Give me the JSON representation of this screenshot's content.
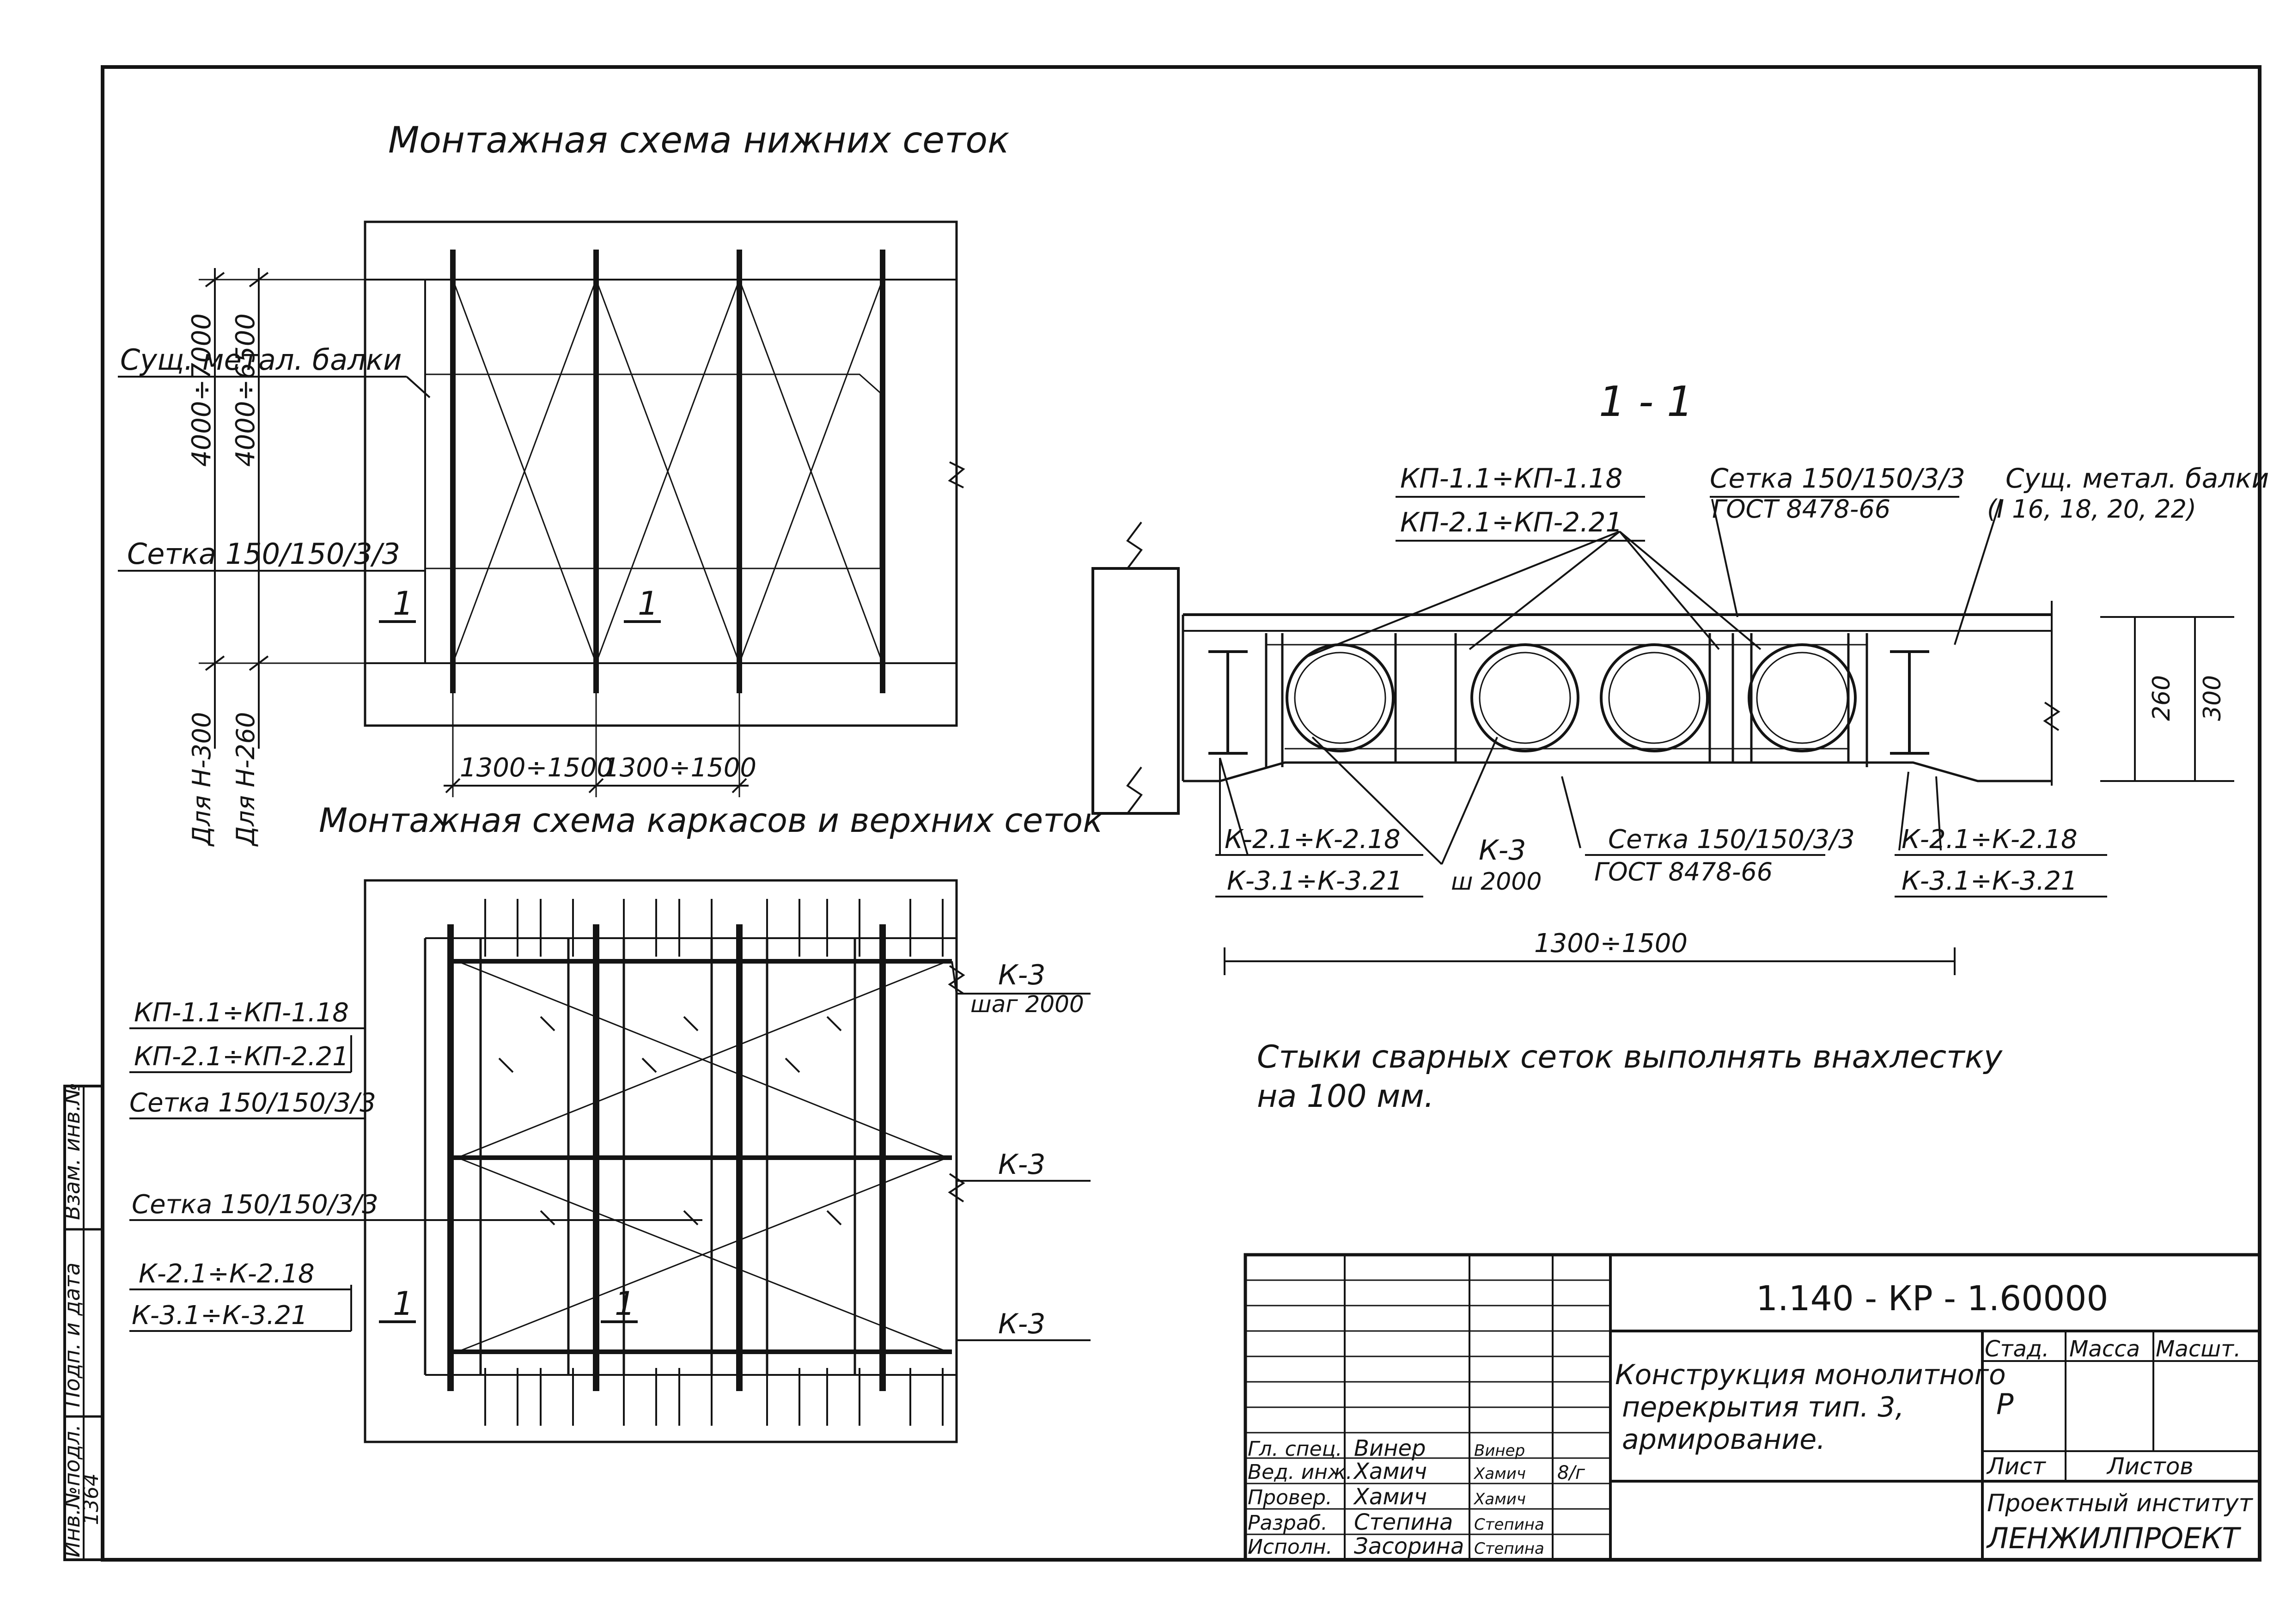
{
  "colors": {
    "ink": "#141414",
    "paper": "#ffffff"
  },
  "bottom_mesh_scheme": {
    "title": "Монтажная схема нижних сеток",
    "label_beams": "Сущ. метал. балки",
    "label_mesh": "Сетка 150/150/3/3",
    "dim_span_a": "4000÷7000",
    "dim_span_b": "4000÷6500",
    "dim_height_a": "Для H-300",
    "dim_height_b": "Для H-260",
    "section_mark_left": "1",
    "section_mark_mid": "1",
    "dim_step_a": "1300÷1500",
    "dim_step_b": "1300÷1500"
  },
  "frame_scheme": {
    "title": "Монтажная схема каркасов и верхних сеток",
    "label_kp1": "КП-1.1÷КП-1.18",
    "label_kp2": "КП-2.1÷КП-2.21",
    "label_mesh_a": "Сетка 150/150/3/3",
    "label_mesh_b": "Сетка 150/150/3/3",
    "label_k2": "К-2.1÷К-2.18",
    "label_k3": "К-3.1÷К-3.21",
    "section_mark_left": "1",
    "section_mark_mid": "1",
    "label_k3_top": "К-3",
    "label_k3_step": "шаг 2000",
    "label_k3_mid": "К-3",
    "label_k3_bottom": "К-3"
  },
  "section": {
    "title": "1 - 1",
    "label_kp1": "КП-1.1÷КП-1.18",
    "label_kp2": "КП-2.1÷КП-2.21",
    "label_mesh": "Сетка 150/150/3/3",
    "label_mesh_gost": "ГОСТ 8478-66",
    "label_beams": "Сущ. метал. балки",
    "label_beams_sizes": "(I 16, 18, 20, 22)",
    "dim_260": "260",
    "dim_300": "300",
    "label_k2_left": "К-2.1÷К-2.18",
    "label_k3_left": "К-3.1÷К-3.21",
    "label_k3": "К-3",
    "label_k3_step": "ш 2000",
    "label_mesh_bottom": "Сетка 150/150/3/3",
    "label_mesh_bottom_gost": "ГОСТ 8478-66",
    "label_k2_right": "К-2.1÷К-2.18",
    "label_k3_right": "К-3.1÷К-3.21",
    "dim_span": "1300÷1500"
  },
  "note": {
    "line1": "Стыки сварных сеток выполнять внахлестку",
    "line2": "на 100 мм."
  },
  "side_stamp": {
    "col1": "Инв.№подл.",
    "col2": "Подп. и дата",
    "col3": "Взам. инв.№",
    "inv_number": "1364"
  },
  "title_block": {
    "doc_code": "1.140 - КР - 1.60000",
    "title_line1": "Конструкция монолитного",
    "title_line2": "перекрытия тип. 3,",
    "title_line3": "армирование.",
    "col_stage": "Стад.",
    "col_mass": "Масса",
    "col_scale": "Масшт.",
    "stage_value": "Р",
    "sheet_label": "Лист",
    "sheets_label": "Листов",
    "org_line1": "Проектный институт",
    "org_line2": "ЛЕНЖИЛПРОЕКТ",
    "roles": [
      {
        "role": "Гл. спец.",
        "name": "Винер",
        "sign": "Винер",
        "date": ""
      },
      {
        "role": "Вед. инж.",
        "name": "Хамич",
        "sign": "Хамич",
        "date": "8/г"
      },
      {
        "role": "Провер.",
        "name": "Хамич",
        "sign": "Хамич",
        "date": ""
      },
      {
        "role": "Разраб.",
        "name": "Степина",
        "sign": "Степина",
        "date": ""
      },
      {
        "role": "Исполн.",
        "name": "Засорина",
        "sign": "Степина",
        "date": ""
      }
    ]
  }
}
